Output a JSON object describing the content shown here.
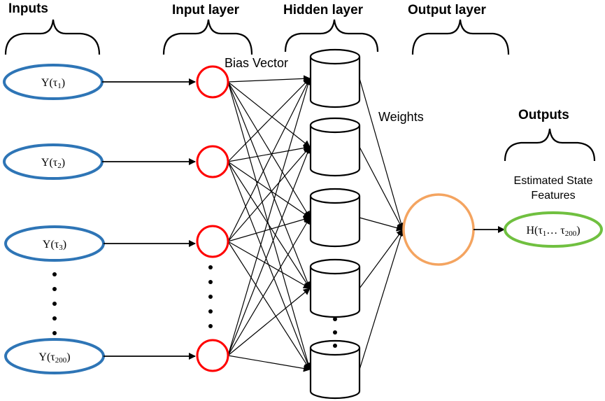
{
  "headers": {
    "inputs": "Inputs",
    "input_layer": "Input layer",
    "hidden_layer": "Hidden layer",
    "output_layer": "Output layer",
    "outputs": "Outputs"
  },
  "labels": {
    "bias_vector": "Bias Vector",
    "weights": "Weights",
    "estimated_line1": "Estimated State",
    "estimated_line2": "Features"
  },
  "inputs": [
    {
      "base": "Y(τ",
      "sub": "1",
      "close": ")"
    },
    {
      "base": "Y(τ",
      "sub": "2",
      "close": ")"
    },
    {
      "base": "Y(τ",
      "sub": "3",
      "close": ")"
    },
    {
      "base": "Y(τ",
      "sub": "200",
      "close": ")"
    }
  ],
  "output": {
    "p1": "H(τ",
    "s1": "1",
    "p2": "… τ",
    "s2": "200",
    "p3": ")"
  },
  "colors": {
    "input_ellipse": "#2e75b6",
    "input_node": "#ff0000",
    "output_node": "#f4a460",
    "output_ellipse": "#70c040"
  },
  "icons": {
    "hidden_node": "cylinder-icon",
    "input_node": "circle-icon",
    "arrow": "arrow-icon",
    "brace": "curly-brace-icon"
  }
}
